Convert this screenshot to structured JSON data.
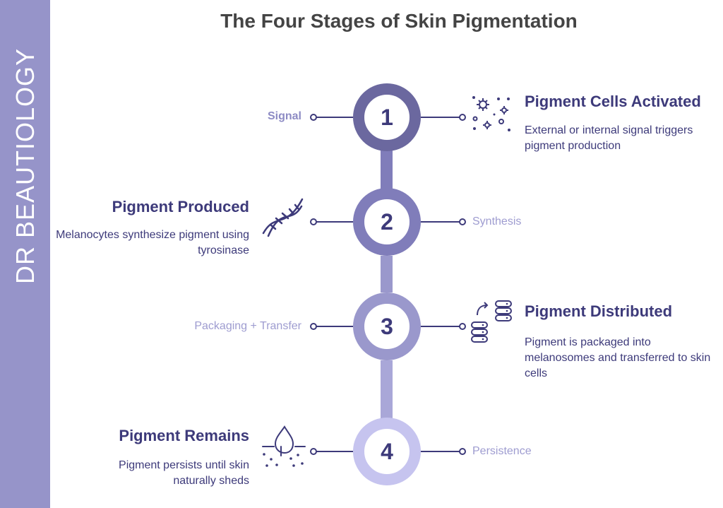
{
  "sidebar": {
    "brand": "DR BEAUTIOLOGY"
  },
  "header": {
    "title": "The Four Stages of Skin Pigmentation"
  },
  "colors": {
    "sidebar": "#9694c9",
    "circle1": "#6b689f",
    "circle2": "#807dba",
    "circle3": "#9a98cc",
    "circle4": "#c6c4ef",
    "heading": "#3d3a7a",
    "muted_label": "#9e9cd0"
  },
  "stages": [
    {
      "number": "1",
      "side_label": "Signal",
      "heading": "Pigment Cells Activated",
      "description": "External or internal signal triggers pigment production",
      "icon": "virus-particles-icon"
    },
    {
      "number": "2",
      "side_label": "Synthesis",
      "heading": "Pigment Produced",
      "description": "Melanocytes synthesize pigment using tyrosinase",
      "icon": "dna-icon"
    },
    {
      "number": "3",
      "side_label": "Packaging + Transfer",
      "heading": "Pigment Distributed",
      "description": "Pigment is packaged into melanosomes and transferred to skin cells",
      "icon": "data-transfer-icon"
    },
    {
      "number": "4",
      "side_label": "Persistence",
      "heading": "Pigment Remains",
      "description": "Pigment persists until skin naturally sheds",
      "icon": "skin-drop-icon"
    }
  ]
}
